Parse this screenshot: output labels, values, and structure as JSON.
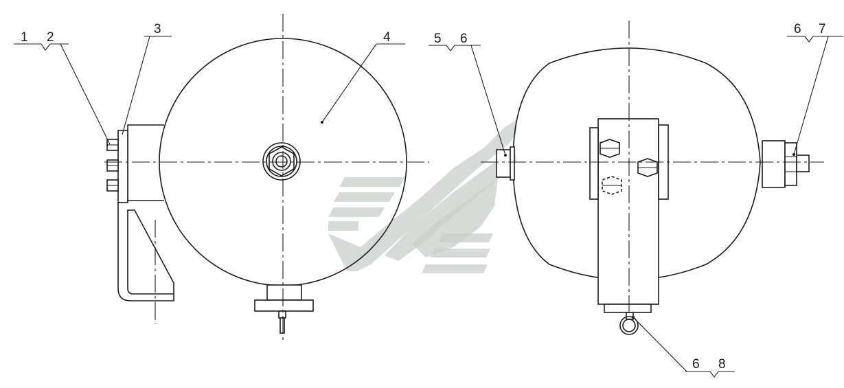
{
  "callouts": {
    "c1": "1",
    "c2": "2",
    "c3": "3",
    "c4": "4",
    "c5": "5",
    "c6a": "6",
    "c6b": "6",
    "c7": "7",
    "c6c": "6",
    "c8": "8"
  },
  "colors": {
    "line": "#1a1a1a",
    "watermark": "#c9cfc9",
    "background": "#ffffff"
  }
}
